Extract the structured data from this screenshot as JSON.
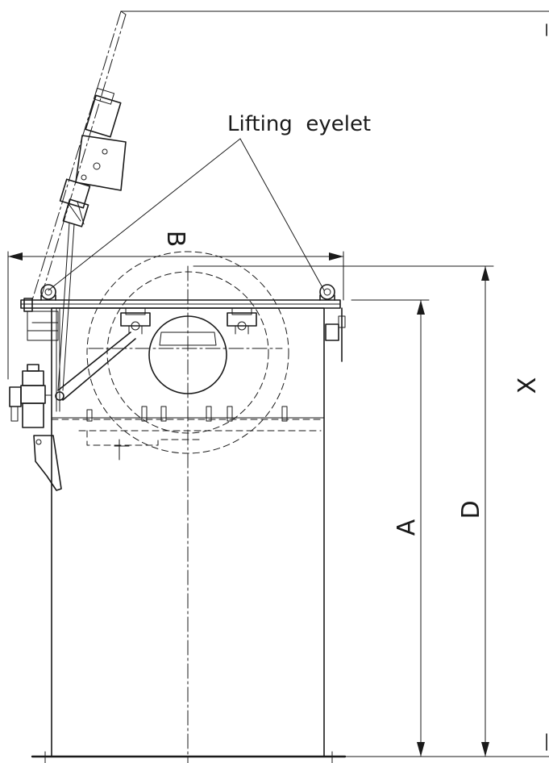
{
  "callout": {
    "text": "Lifting  eyelet"
  },
  "dimensions": {
    "a": "A",
    "b": "B",
    "d": "D",
    "x": "X"
  },
  "colors": {
    "line": "#1a1a1a",
    "background": "#ffffff"
  }
}
